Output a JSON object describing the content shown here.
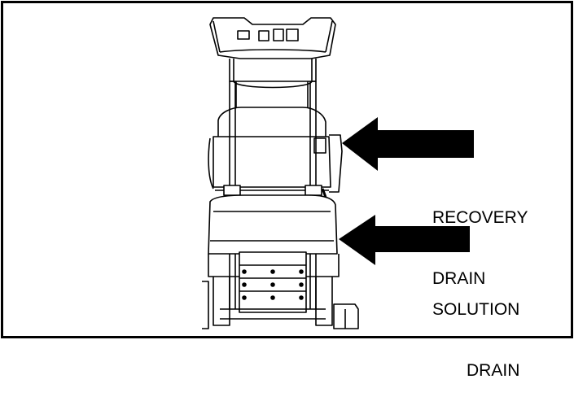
{
  "labels": {
    "recovery": {
      "line1": "RECOVERY",
      "line2": "DRAIN"
    },
    "solution": {
      "line1": "SOLUTION",
      "line2": "DRAIN"
    }
  },
  "colors": {
    "ink": "#000000",
    "paper": "#ffffff",
    "shade": "#d9d9d9"
  },
  "icons": [
    "recovery-arrow",
    "solution-arrow",
    "carpet-extractor-machine"
  ]
}
